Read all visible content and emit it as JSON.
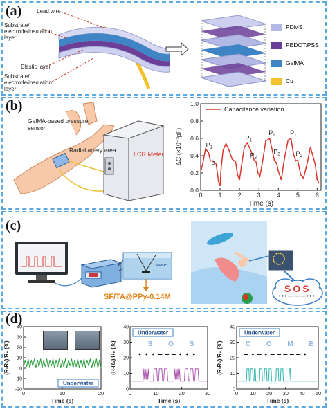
{
  "panel_a": {
    "label": "(a)",
    "callouts": [
      "Lead wire",
      "Substrate/ electrode/insulation layer",
      "Elastic layer",
      "Substrate/ electrode/insulation layer"
    ],
    "legend": [
      {
        "name": "PDMS",
        "color": "#b3b8e4"
      },
      {
        "name": "PEDOT:PSS",
        "color": "#6b3e98"
      },
      {
        "name": "GelMA",
        "color": "#3f85c6"
      },
      {
        "name": "Cu",
        "color": "#f2c12e"
      }
    ]
  },
  "panel_b": {
    "label": "(b)",
    "labels": {
      "sensor": "GelMA-based pressure sensor",
      "artery": "Radial artery area",
      "meter": "LCR Meter"
    }
  },
  "chart_b": {
    "type": "line",
    "legend": "Capacitance variation",
    "xlabel": "Time (s)",
    "ylabel": "ΔC (×10⁻³pF)",
    "xlim": [
      0,
      6.2
    ],
    "ylim": [
      0,
      1.0
    ],
    "xticks": [
      "0",
      "1",
      "2",
      "3",
      "4",
      "5",
      "6"
    ],
    "yticks": [
      "0.0",
      "0.2",
      "0.4",
      "0.6",
      "0.8",
      "1.0"
    ],
    "peak_labels": [
      "P1",
      "P2",
      "P1",
      "P2",
      "P1",
      "P2",
      "P1",
      "P2"
    ],
    "color": "#d9362a",
    "series": [
      {
        "x": [
          0,
          0.1,
          0.25,
          0.4,
          0.5,
          0.65,
          0.8,
          0.92,
          1.0,
          1.05,
          1.15,
          1.3,
          1.45,
          1.62,
          1.8,
          1.9,
          2.0,
          2.1,
          2.25,
          2.4,
          2.6,
          2.75,
          2.85,
          2.95,
          3.05,
          3.2,
          3.35,
          3.55,
          3.7,
          3.8,
          3.9,
          4.0,
          4.15,
          4.3,
          4.5,
          4.65,
          4.78,
          4.9,
          5.0,
          5.15,
          5.3,
          5.5,
          5.65,
          5.8,
          5.9,
          6.0,
          6.1
        ],
        "y": [
          0.22,
          0.3,
          0.48,
          0.44,
          0.34,
          0.34,
          0.3,
          0.1,
          0.05,
          0.25,
          0.46,
          0.54,
          0.47,
          0.36,
          0.33,
          0.18,
          0.12,
          0.28,
          0.5,
          0.55,
          0.45,
          0.35,
          0.33,
          0.2,
          0.16,
          0.35,
          0.57,
          0.6,
          0.45,
          0.34,
          0.32,
          0.22,
          0.12,
          0.35,
          0.58,
          0.6,
          0.42,
          0.34,
          0.35,
          0.18,
          0.14,
          0.33,
          0.5,
          0.38,
          0.3,
          0.12,
          0.08
        ]
      }
    ]
  },
  "panel_c": {
    "label": "(c)",
    "labels": {
      "solution": "SF/TA@PPy-0.14M",
      "water": "water",
      "sos": "SOS",
      "morse": "• • • — — — • • •"
    }
  },
  "panel_d": {
    "label": "(d)",
    "charts": [
      {
        "type": "line",
        "xlabel": "Time (s)",
        "ylabel": "(R-R₀)/R₀ (%)",
        "xlim": [
          0,
          20
        ],
        "ylim": [
          -20,
          40
        ],
        "xticks": [
          "0",
          "10",
          "20"
        ],
        "yticks": [
          "-20",
          "-10",
          "0",
          "10",
          "20",
          "30",
          "40"
        ],
        "tag": "Underwater",
        "color": "#2e9e3e",
        "series": [
          {
            "x": [
              0,
              0.4,
              0.8,
              1.2,
              1.6,
              2,
              2.4,
              2.8,
              3.2,
              3.6,
              4,
              4.4,
              4.8,
              5.2,
              5.6,
              6,
              6.4,
              6.8,
              7.2,
              7.6,
              8,
              8.4,
              8.8,
              9.2,
              9.6,
              10,
              10.4,
              10.8,
              11.2,
              11.6,
              12,
              12.4,
              12.8,
              13.2,
              13.6,
              14,
              14.4,
              14.8,
              15.2,
              15.6,
              16,
              16.4,
              16.8,
              17.2,
              17.6,
              18,
              18.4,
              18.8,
              19.2,
              19.6,
              20
            ],
            "y": [
              0,
              8,
              1,
              9,
              0,
              8,
              2,
              9,
              0,
              8,
              1,
              9,
              0,
              8,
              1,
              9,
              0,
              8,
              2,
              9,
              0,
              8,
              1,
              9,
              0,
              8,
              1,
              9,
              0,
              8,
              2,
              9,
              0,
              8,
              1,
              9,
              0,
              8,
              1,
              9,
              0,
              8,
              2,
              9,
              0,
              8,
              1,
              9,
              0,
              8,
              0
            ]
          }
        ]
      },
      {
        "type": "line",
        "xlabel": "Time (s)",
        "ylabel": "(R-R₀)/R₀ (%)",
        "xlim": [
          0,
          30
        ],
        "ylim": [
          0,
          40
        ],
        "xticks": [
          "0",
          "10",
          "20",
          "30"
        ],
        "yticks": [
          "0",
          "10",
          "20",
          "30",
          "40"
        ],
        "tag": "Underwater",
        "letters": "S O S",
        "color": "#b05bb2",
        "series": [
          {
            "x": [
              0,
              5,
              5.3,
              5.6,
              5.9,
              6.2,
              6.5,
              6.8,
              7.1,
              7.4,
              9,
              9.3,
              10.3,
              10.6,
              11,
              11.3,
              12.3,
              12.6,
              13,
              13.3,
              14.3,
              14.6,
              17,
              17.3,
              17.6,
              17.9,
              18.2,
              18.5,
              18.8,
              19.1,
              19.4,
              21,
              21.3,
              22.3,
              22.6,
              23,
              23.3,
              24.3,
              24.6,
              25,
              25.3,
              26.3,
              26.6,
              30
            ],
            "y": [
              5,
              5,
              13,
              6,
              13,
              6,
              13,
              6,
              13,
              5,
              5,
              13,
              13,
              5,
              5,
              13,
              13,
              5,
              5,
              13,
              13,
              5,
              5,
              13,
              6,
              13,
              6,
              13,
              6,
              13,
              5,
              5,
              13,
              13,
              5,
              5,
              13,
              13,
              5,
              5,
              13,
              13,
              5,
              5
            ]
          }
        ]
      },
      {
        "type": "line",
        "xlabel": "Time (s)",
        "ylabel": "(R-R₀)/R₀ (%)",
        "xlim": [
          0,
          50
        ],
        "ylim": [
          0,
          40
        ],
        "xticks": [
          "0",
          "10",
          "20",
          "30",
          "40",
          "50"
        ],
        "yticks": [
          "0",
          "10",
          "20",
          "30",
          "40"
        ],
        "tag": "Underwater",
        "letters": "C O M E",
        "color": "#2fb3b0",
        "series": [
          {
            "x": [
              0,
              6,
              6.3,
              7.5,
              7.8,
              8.3,
              8.6,
              9.8,
              10.1,
              10.6,
              10.9,
              11.4,
              11.7,
              14,
              14.3,
              15.5,
              15.8,
              16.8,
              17.1,
              18.3,
              18.6,
              19.6,
              19.9,
              21.1,
              21.4,
              24,
              24.3,
              25.5,
              25.8,
              26.8,
              27.1,
              28.3,
              28.6,
              32,
              32.3,
              32.8,
              33.1,
              50
            ],
            "y": [
              5,
              5,
              13,
              13,
              5,
              5,
              13,
              13,
              5,
              5,
              13,
              13,
              5,
              5,
              13,
              13,
              5,
              5,
              13,
              13,
              5,
              5,
              13,
              13,
              5,
              5,
              13,
              13,
              5,
              5,
              13,
              13,
              5,
              5,
              13,
              13,
              5,
              5
            ]
          }
        ]
      }
    ]
  }
}
